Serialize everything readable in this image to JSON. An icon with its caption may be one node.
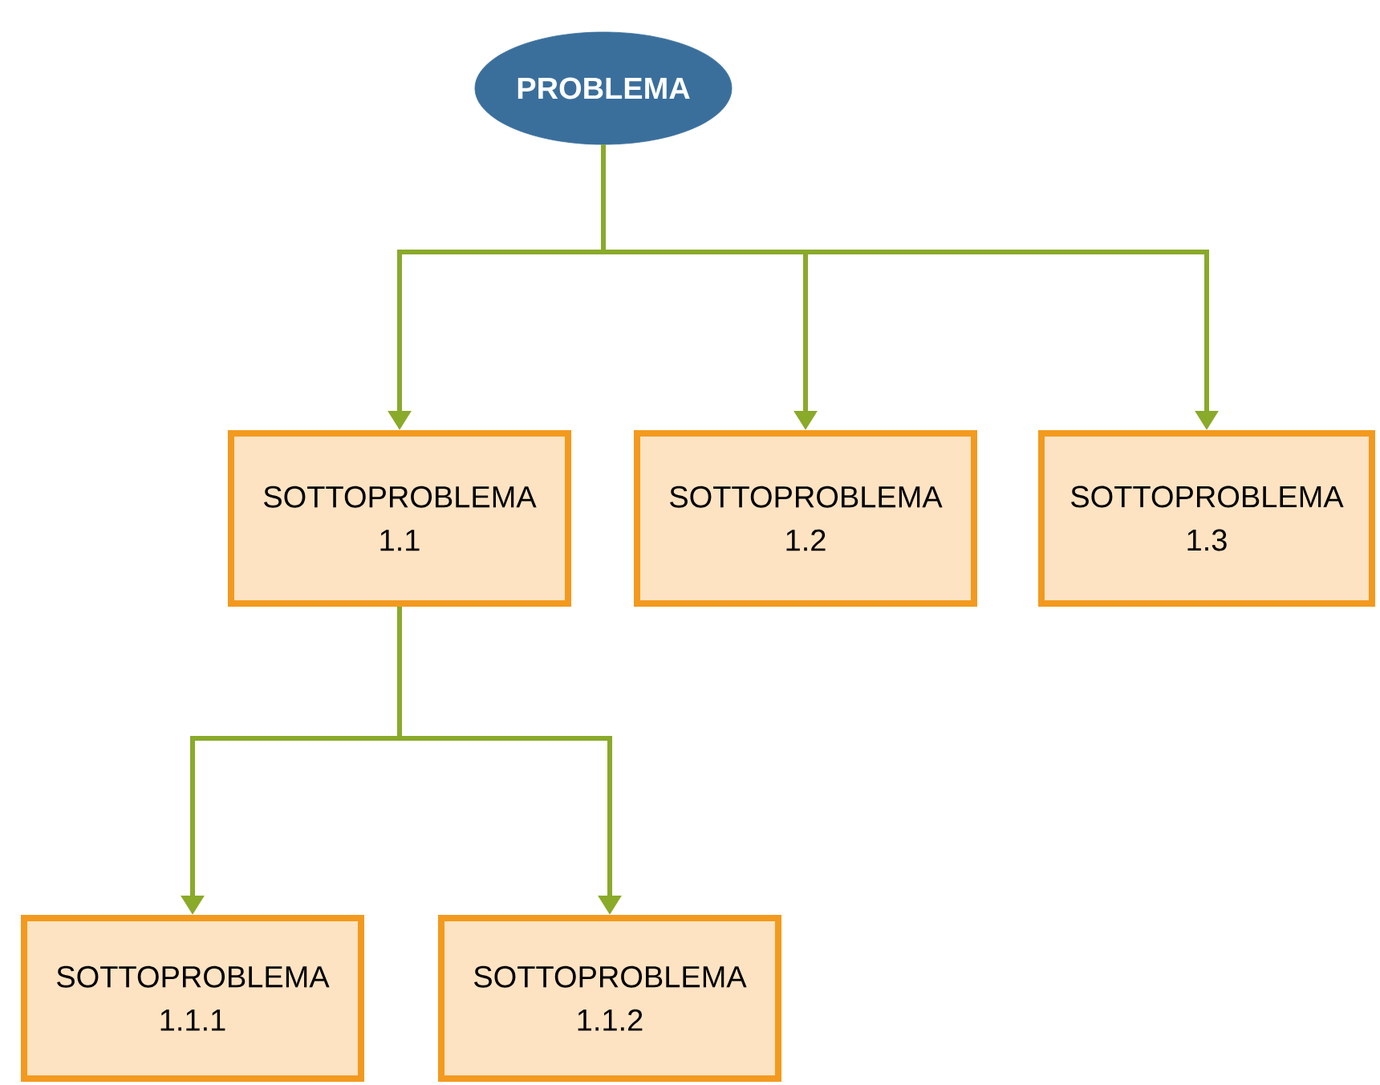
{
  "diagram": {
    "nodes": [
      {
        "text": [
          "PROBLEMA"
        ]
      },
      {
        "text": [
          "SOTTOPROBLEMA 1.1"
        ]
      },
      {
        "text": [
          "SOTTOPROBLEMA 1.2"
        ]
      },
      {
        "text": [
          "SOTTOPROBLEMA 1.3"
        ]
      },
      {
        "text": [
          "SOTTOPROBLEMA 1.1.1"
        ]
      },
      {
        "text": [
          "SOTTOPROBLEMA 1.1.2"
        ]
      }
    ],
    "edges": [
      {
        "from": 0,
        "to": 1,
        "arrow": "to"
      },
      {
        "from": 0,
        "to": 2,
        "arrow": "to"
      },
      {
        "from": 0,
        "to": 3,
        "arrow": "to"
      },
      {
        "from": 1,
        "to": 4,
        "arrow": "to"
      },
      {
        "from": 1,
        "to": 5,
        "arrow": "to"
      }
    ]
  }
}
